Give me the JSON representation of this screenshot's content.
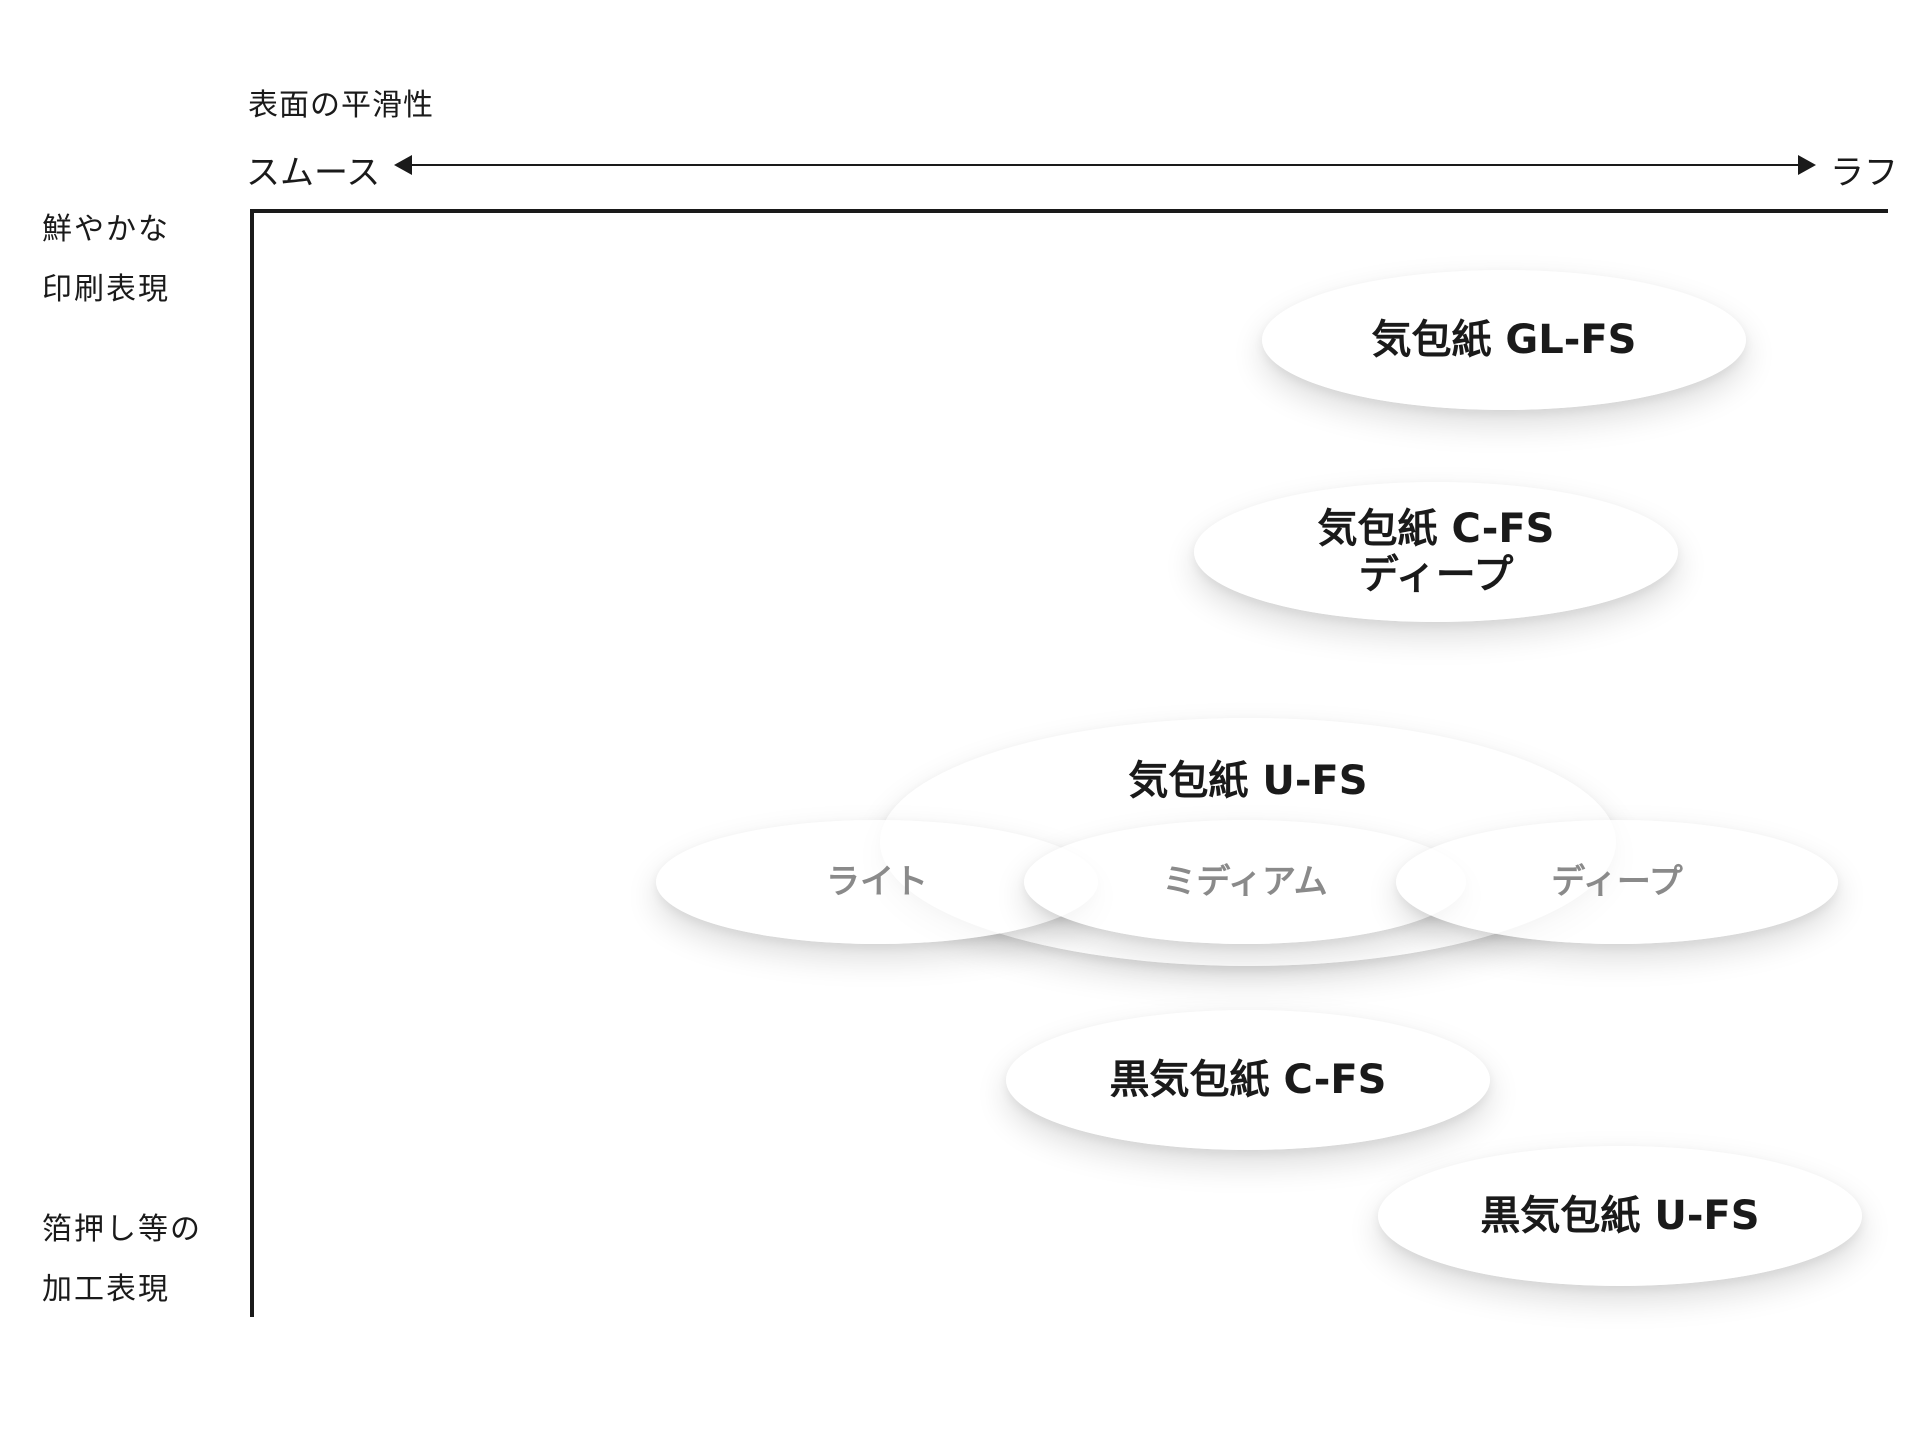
{
  "x_axis": {
    "title": "表面の平滑性",
    "left_label": "スムース",
    "right_label": "ラフ"
  },
  "y_axis": {
    "top_label_line1": "鮮やかな",
    "top_label_line2": "印刷表現",
    "bottom_label_line1": "箔押し等の",
    "bottom_label_line2": "加工表現"
  },
  "products": {
    "gl_fs": "気包紙 GL-FS",
    "c_fs_deep_line1": "気包紙 C-FS",
    "c_fs_deep_line2": "ディープ",
    "u_fs": "気包紙 U-FS",
    "u_fs_light": "ライト",
    "u_fs_medium": "ミディアム",
    "u_fs_deep": "ディープ",
    "black_c_fs": "黒気包紙 C-FS",
    "black_u_fs": "黒気包紙 U-FS"
  },
  "colors": {
    "ink": "#1a1a1a",
    "sub_label": "#8a8a8a",
    "bubble_fill": "#ffffff"
  }
}
